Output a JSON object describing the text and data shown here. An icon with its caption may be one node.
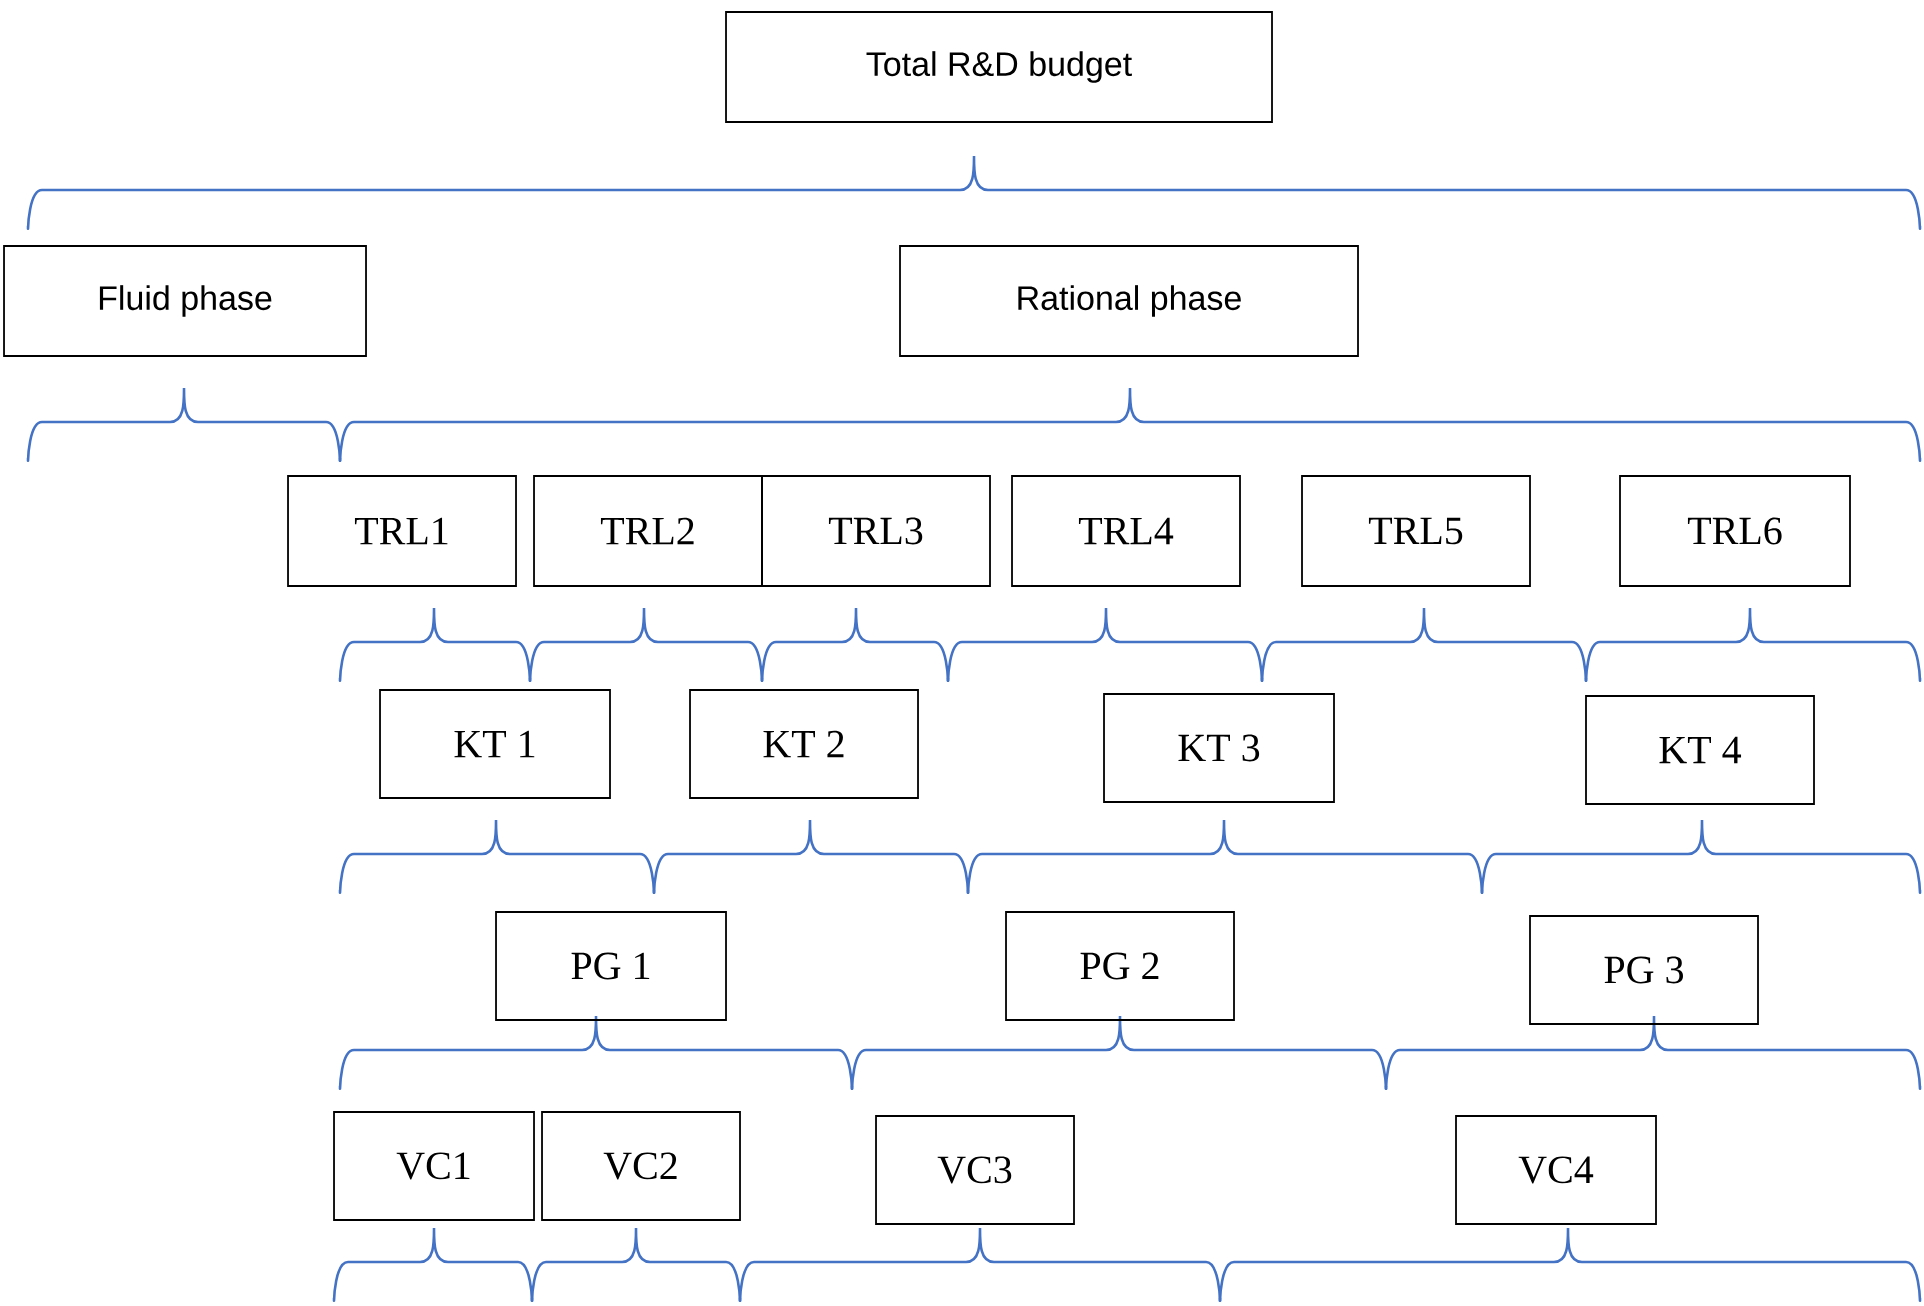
{
  "diagram": {
    "nodes": [
      {
        "text": [
          "Total R&D budget"
        ]
      },
      {
        "text": [
          "Fluid phase"
        ]
      },
      {
        "text": [
          "Rational phase"
        ]
      },
      {
        "text": [
          "TRL1"
        ]
      },
      {
        "text": [
          "TRL2"
        ]
      },
      {
        "text": [
          "TRL3"
        ]
      },
      {
        "text": [
          "TRL4"
        ]
      },
      {
        "text": [
          "TRL5"
        ]
      },
      {
        "text": [
          "TRL6"
        ]
      },
      {
        "text": [
          "KT 1"
        ]
      },
      {
        "text": [
          "KT 2"
        ]
      },
      {
        "text": [
          "KT 3"
        ]
      },
      {
        "text": [
          "KT 4"
        ]
      },
      {
        "text": [
          "PG 1"
        ]
      },
      {
        "text": [
          "PG 2"
        ]
      },
      {
        "text": [
          "PG 3"
        ]
      },
      {
        "text": [
          "VC1"
        ]
      },
      {
        "text": [
          "VC2"
        ]
      },
      {
        "text": [
          "VC3"
        ]
      },
      {
        "text": [
          "VC4"
        ]
      }
    ]
  }
}
